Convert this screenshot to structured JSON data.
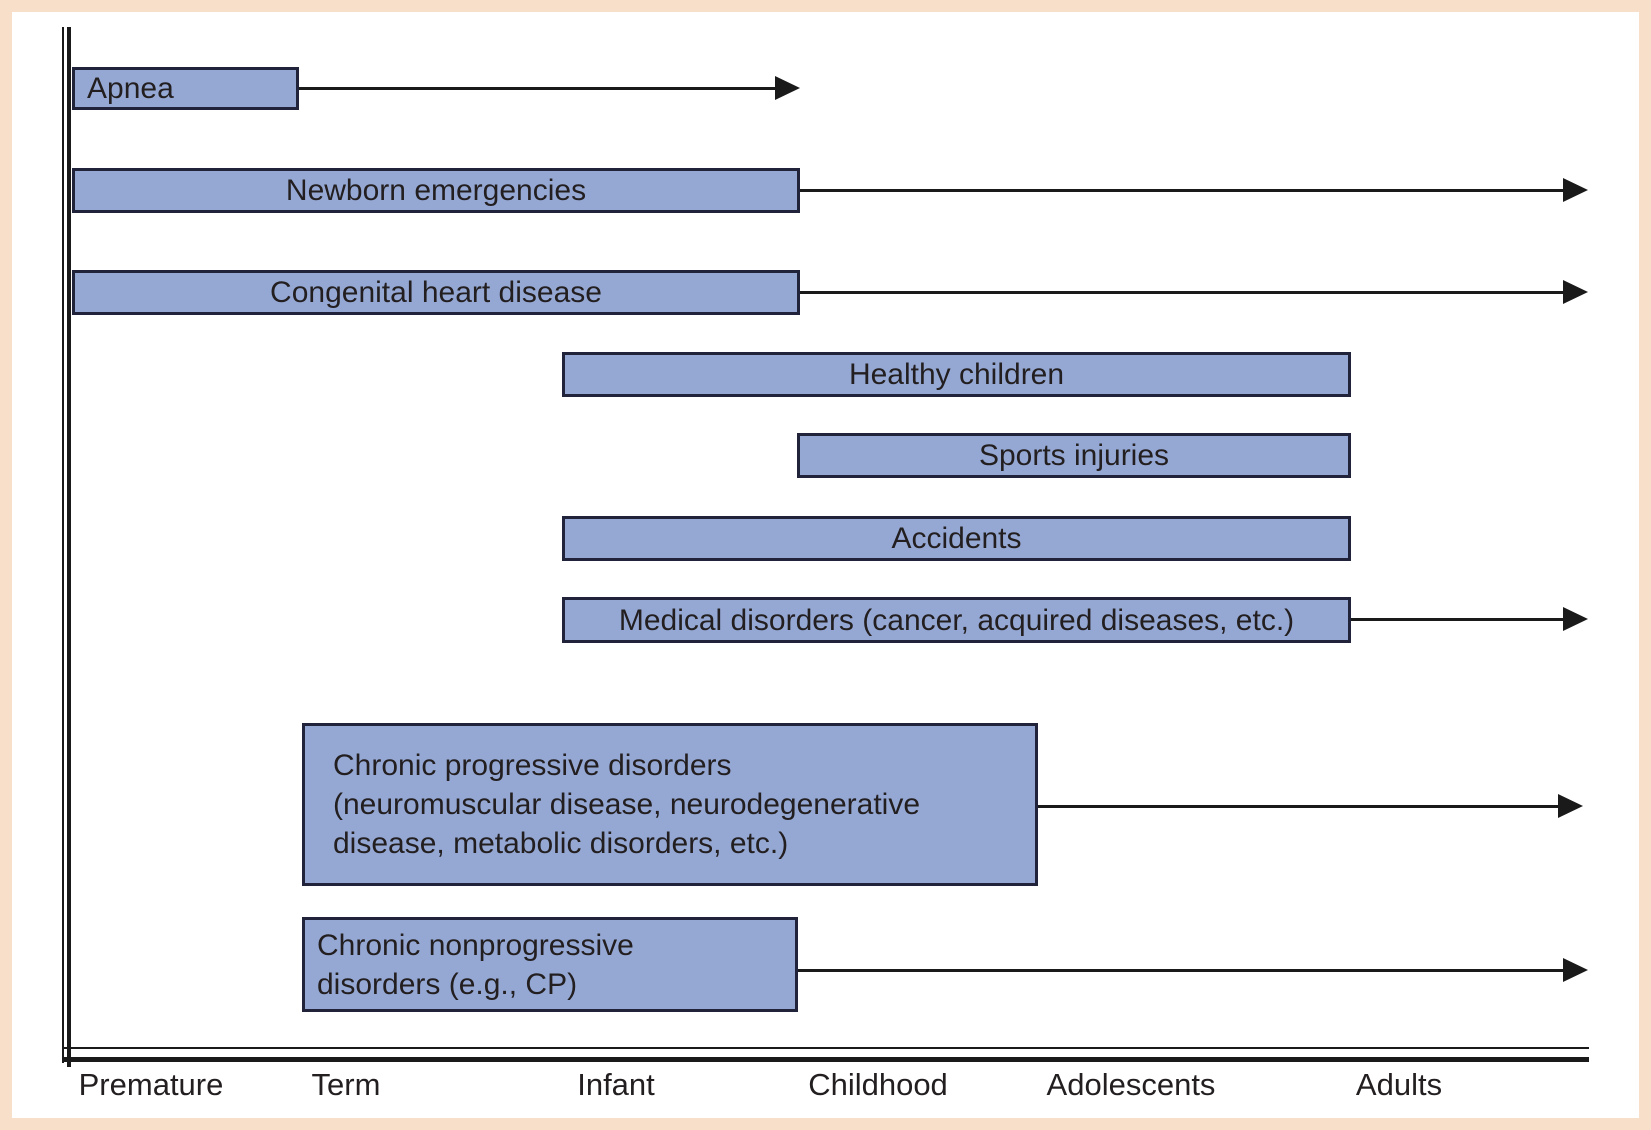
{
  "figure": {
    "description": "Timeline of pediatric conditions across age groups",
    "colors": {
      "bar_fill": "#95a8d4",
      "bar_border": "#20233a",
      "frame": "#f8dfc9",
      "axis": "#1a1a1a",
      "text": "#231f20"
    }
  },
  "bars": {
    "apnea": {
      "label": "Apnea",
      "has_arrow": true
    },
    "newborn": {
      "label": "Newborn emergencies",
      "has_arrow": true
    },
    "congenital": {
      "label": "Congenital heart disease",
      "has_arrow": true
    },
    "healthy": {
      "label": "Healthy children",
      "has_arrow": false
    },
    "sports": {
      "label": "Sports injuries",
      "has_arrow": false
    },
    "accidents": {
      "label": "Accidents",
      "has_arrow": false
    },
    "medical": {
      "label": "Medical disorders (cancer, acquired diseases, etc.)",
      "has_arrow": true
    },
    "chronic_progressive": {
      "lines": [
        "Chronic progressive disorders",
        "(neuromuscular disease, neurodegenerative",
        "disease, metabolic disorders, etc.)"
      ],
      "has_arrow": true
    },
    "chronic_nonprogressive": {
      "lines": [
        "Chronic nonprogressive",
        "disorders (e.g., CP)"
      ],
      "has_arrow": true
    }
  },
  "x_axis": {
    "labels": [
      "Premature",
      "Term",
      "Infant",
      "Childhood",
      "Adolescents",
      "Adults"
    ]
  }
}
